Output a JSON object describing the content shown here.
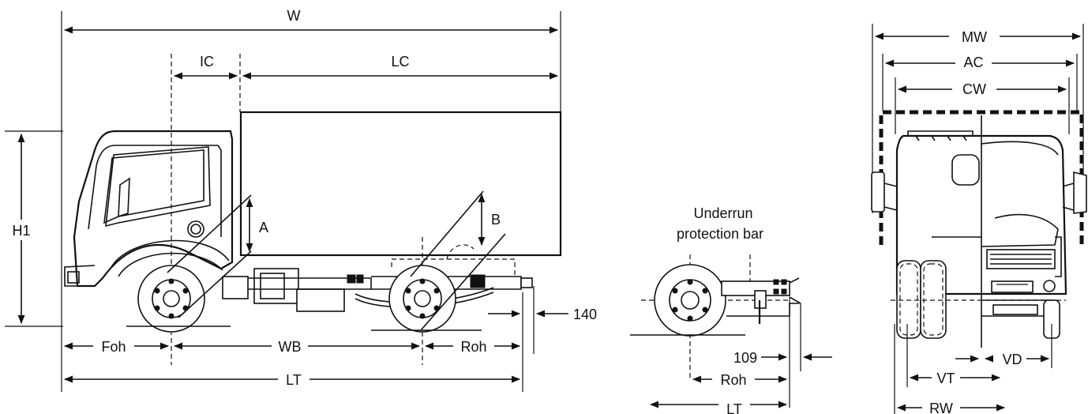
{
  "side_view": {
    "labels": {
      "W": "W",
      "IC": "IC",
      "LC": "LC",
      "H1": "H1",
      "A": "A",
      "B": "B",
      "Foh": "Foh",
      "WB": "WB",
      "Roh": "Roh",
      "LT": "LT",
      "dim_140": "140"
    }
  },
  "rear_view": {
    "caption_line1": "Underrun",
    "caption_line2": "protection bar",
    "labels": {
      "dim_109": "109",
      "Roh": "Roh",
      "LT": "LT"
    }
  },
  "front_view": {
    "labels": {
      "MW": "MW",
      "AC": "AC",
      "CW": "CW",
      "VD": "VD",
      "VT": "VT",
      "RW": "RW"
    }
  }
}
